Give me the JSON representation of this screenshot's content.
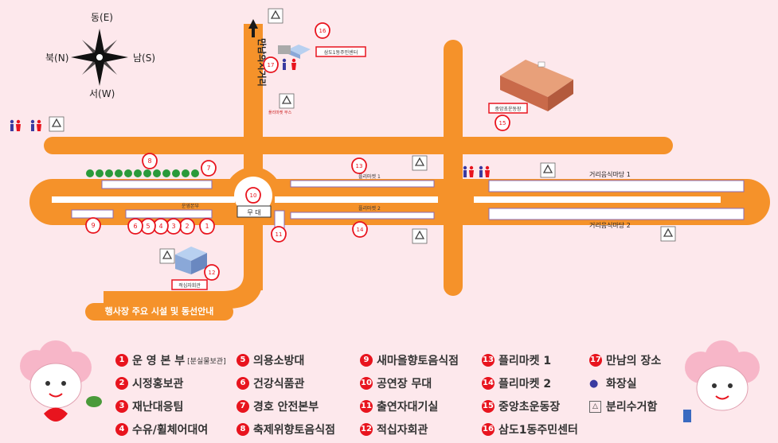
{
  "compass": {
    "east": "동(E)",
    "west": "서(W)",
    "south": "남(S)",
    "north": "북(N)"
  },
  "street_label": "만남의시거리",
  "banner": "행사장 주요 시설 및 동선안내",
  "map_labels": {
    "fleamarket1": "플리마켓 1",
    "fleamarket2": "플리마켓 2",
    "food1": "거리음식마당 1",
    "food2": "거리음식마당 2",
    "stage": "무 대",
    "ops": "운영본부",
    "center": "삼도1동주민센터",
    "school": "중앙초운동장",
    "hall": "적십자회관",
    "booths": "플리마켓 부스"
  },
  "legend": [
    {
      "n": "1",
      "label": "운 영 본 부",
      "sub": "[분실물보관]"
    },
    {
      "n": "2",
      "label": "시정홍보관"
    },
    {
      "n": "3",
      "label": "재난대응팀"
    },
    {
      "n": "4",
      "label": "수유/휠체어대여"
    },
    {
      "n": "5",
      "label": "의용소방대"
    },
    {
      "n": "6",
      "label": "건강식품관"
    },
    {
      "n": "7",
      "label": "경호 안전본부"
    },
    {
      "n": "8",
      "label": "축제위향토음식점"
    },
    {
      "n": "9",
      "label": "새마을향토음식점"
    },
    {
      "n": "10",
      "label": "공연장 무대"
    },
    {
      "n": "11",
      "label": "출연자대기실"
    },
    {
      "n": "12",
      "label": "적십자회관"
    },
    {
      "n": "13",
      "label": "플리마켓 1"
    },
    {
      "n": "14",
      "label": "플리마켓 2"
    },
    {
      "n": "15",
      "label": "중앙초운동장"
    },
    {
      "n": "16",
      "label": "삼도1동주민센터"
    },
    {
      "n": "17",
      "label": "만남의 장소"
    },
    {
      "icon": "restroom-icon",
      "label": "화장실"
    },
    {
      "icon": "recycle-icon",
      "label": "분리수거함"
    }
  ],
  "colors": {
    "road": "#f5922a",
    "pin": "#e8141e",
    "background": "#fde8ec",
    "booth": "#8a6bb5",
    "tree": "#2a9a3a"
  }
}
